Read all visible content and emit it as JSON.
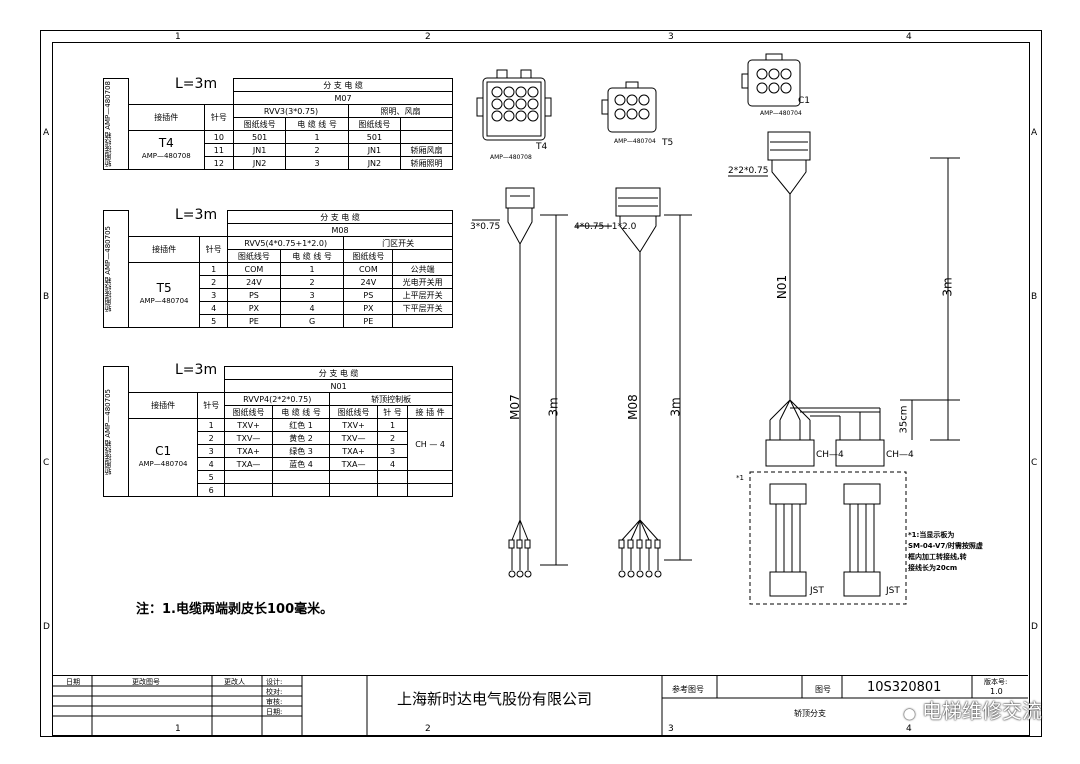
{
  "zones": {
    "top": [
      "1",
      "2",
      "3",
      "4"
    ],
    "side": [
      "A",
      "B",
      "C",
      "D"
    ]
  },
  "tables": [
    {
      "len": "L=3m",
      "branch": "分 支 电 缆",
      "code": "M07",
      "spec": "RVV3(3*0.75)",
      "group": "照明、风扇",
      "side": "轿厢接线箱 AMP—480708",
      "hdr": {
        "conn": "接插件",
        "pin": "针号",
        "draw1": "图纸线号",
        "cable": "电 缆 线 号",
        "draw2": "图纸线号"
      },
      "conn_name": "T4",
      "conn_part": "AMP—480708",
      "rows": [
        [
          "10",
          "501",
          "1",
          "501",
          ""
        ],
        [
          "11",
          "JN1",
          "2",
          "JN1",
          "轿厢风扇"
        ],
        [
          "12",
          "JN2",
          "3",
          "JN2",
          "轿厢照明"
        ]
      ]
    },
    {
      "len": "L=3m",
      "branch": "分 支 电 缆",
      "code": "M08",
      "spec": "RVV5(4*0.75+1*2.0)",
      "group": "门区开关",
      "side": "轿厢接线箱 AMP—480705",
      "hdr": {
        "conn": "接插件",
        "pin": "针号",
        "draw1": "图纸线号",
        "cable": "电 缆 线 号",
        "draw2": "图纸线号"
      },
      "conn_name": "T5",
      "conn_part": "AMP—480704",
      "rows": [
        [
          "1",
          "COM",
          "1",
          "COM",
          "公共端"
        ],
        [
          "2",
          "24V",
          "2",
          "24V",
          "光电开关用"
        ],
        [
          "3",
          "PS",
          "3",
          "PS",
          "上平层开关"
        ],
        [
          "4",
          "PX",
          "4",
          "PX",
          "下平层开关"
        ],
        [
          "5",
          "PE",
          "G",
          "PE",
          ""
        ]
      ]
    },
    {
      "len": "L=3m",
      "branch": "分 支 电 缆",
      "code": "N01",
      "spec": "RVVP4(2*2*0.75)",
      "group": "轿顶控制板",
      "side": "轿厢接线箱 AMP—480705",
      "hdr": {
        "conn": "接插件",
        "pin": "针号",
        "draw1": "图纸线号",
        "cable": "电 缆 线 号",
        "draw2": "图纸线号",
        "pin2": "针 号",
        "conn2": "接 插 件"
      },
      "conn_name": "C1",
      "conn_part": "AMP—480704",
      "ch": "CH — 4",
      "rows": [
        [
          "1",
          "TXV+",
          "红色 1",
          "TXV+",
          "1"
        ],
        [
          "2",
          "TXV—",
          "黄色 2",
          "TXV—",
          "2"
        ],
        [
          "3",
          "TXA+",
          "绿色 3",
          "TXA+",
          "3"
        ],
        [
          "4",
          "TXA—",
          "蓝色 4",
          "TXA—",
          "4"
        ],
        [
          "5",
          "",
          "",
          "",
          ""
        ],
        [
          "6",
          "",
          "",
          "",
          ""
        ]
      ]
    }
  ],
  "diagram": {
    "t4": "T4",
    "t5": "T5",
    "c1": "C1",
    "part1": "AMP—480708",
    "part2": "AMP—480704",
    "part3": "AMP—480704",
    "w1": "3*0.75",
    "w2": "4*0.75+1*2.0",
    "w3": "2*2*0.75",
    "m07": "M07",
    "m08": "M08",
    "n01": "N01",
    "len": "3m",
    "len35": "35cm",
    "ch4": "CH—4",
    "jst": "JST",
    "star": "*1",
    "star_note": [
      "*1:当显示板为",
      "SM-04-V7/时需按照虚",
      "框内加工转接线,转",
      "接线长为20cm"
    ]
  },
  "note": "注：1.电缆两端剥皮长100毫米。",
  "title_block": {
    "r1": [
      "日期",
      "更改图号",
      "更改人"
    ],
    "signs": [
      "设计:",
      "校对:",
      "审核:",
      "日期:"
    ],
    "company": "上海新时达电气股份有限公司",
    "ref": "参考图号",
    "fig": "图号",
    "fig_no": "10S320801",
    "ver_lbl": "版本号:",
    "ver": "1.0",
    "name": "轿顶分支"
  },
  "watermark": "电梯维修交流"
}
